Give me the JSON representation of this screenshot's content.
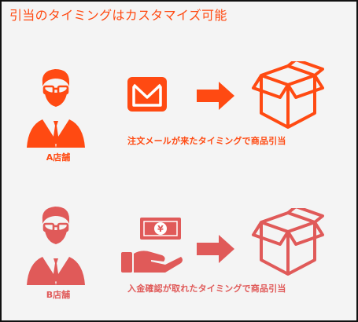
{
  "title": "引当のタイミングはカスタマイズ可能",
  "colors": {
    "row_a": "#ff4a12",
    "row_b": "#e05a59",
    "title": "#ff4a12",
    "background": "#f4f4f4",
    "icon_on_fill": "#ffffff"
  },
  "rows": [
    {
      "store_label": "A店舗",
      "caption": "注文メールが来たタイミングで商品引当",
      "trigger_icon": "envelope-icon"
    },
    {
      "store_label": "B店舗",
      "caption": "入金確認が取れたタイミングで商品引当",
      "trigger_icon": "money-in-hand-icon",
      "currency_symbol": "¥"
    }
  ]
}
